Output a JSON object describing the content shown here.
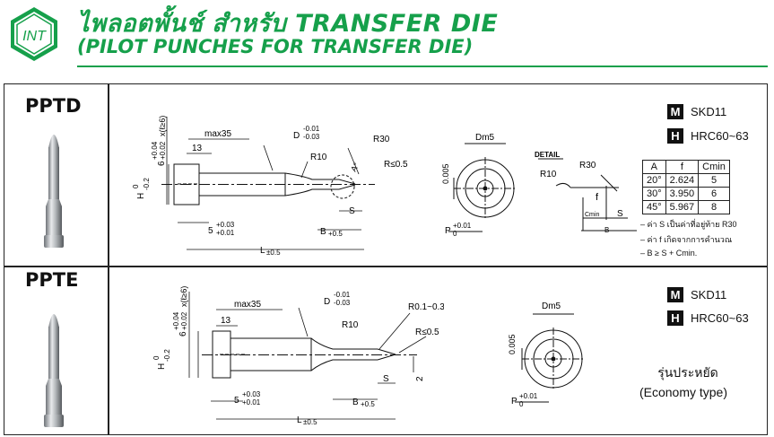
{
  "logo": {
    "text": "INT"
  },
  "header": {
    "title_th": "ไพลอตพั้นช์ สำหรับ TRANSFER DIE",
    "title_en": "(PILOT PUNCHES FOR TRANSFER DIE)"
  },
  "colors": {
    "brand_green": "#16a04b",
    "line": "#222222"
  },
  "products": [
    {
      "code": "PPTD",
      "material": {
        "badge": "M",
        "value": "SKD11"
      },
      "hardness": {
        "badge": "H",
        "value": "HRC60~63"
      },
      "dims": {
        "max35": "max35",
        "d13": "13",
        "D": "D",
        "D_tol_up": "-0.01",
        "D_tol_lo": "-0.03",
        "R30": "R30",
        "R10": "R10",
        "Rs": "R≤0.5",
        "A": "A°",
        "S": "S",
        "B": "B",
        "B_tol": "+0.5",
        "five": "5",
        "five_up": "+0.03",
        "five_lo": "+0.01",
        "L": "L",
        "L_tol": "±0.5",
        "H": "H",
        "H_up": "0",
        "H_lo": "-0.2",
        "six": "6",
        "six_up": "+0.04",
        "six_lo": "+0.02",
        "six_x": "x(ℓ≥6)",
        "Dm5": "Dm5",
        "c005": "0.005",
        "P": "P",
        "P_up": "+0.01",
        "P_lo": "0",
        "detail": "DETAIL",
        "dR10": "R10",
        "dR30": "R30",
        "f": "f",
        "cmin": "Cmin",
        "dS": "S",
        "dB": "B"
      },
      "table": {
        "headers": [
          "A",
          "f",
          "Cmin"
        ],
        "rows": [
          [
            "20°",
            "2.624",
            "5"
          ],
          [
            "30°",
            "3.950",
            "6"
          ],
          [
            "45°",
            "5.967",
            "8"
          ]
        ]
      },
      "notes": [
        "– ค่า S เป็นค่าที่อยู่ท้าย R30",
        "– ค่า f เกิดจากการคำนวณ",
        "– B ≥ S + Cmin."
      ]
    },
    {
      "code": "PPTE",
      "material": {
        "badge": "M",
        "value": "SKD11"
      },
      "hardness": {
        "badge": "H",
        "value": "HRC60~63"
      },
      "dims": {
        "max35": "max35",
        "d13": "13",
        "D": "D",
        "D_tol_up": "-0.01",
        "D_tol_lo": "-0.03",
        "R01": "R0.1~0.3",
        "R10": "R10",
        "Rs": "R≤0.5",
        "S": "S",
        "two": "2",
        "B": "B",
        "B_tol": "+0.5",
        "five": "5",
        "five_up": "+0.03",
        "five_lo": "+0.01",
        "L": "L",
        "L_tol": "±0.5",
        "H": "H",
        "H_up": "0",
        "H_lo": "-0.2",
        "six": "6",
        "six_up": "+0.04",
        "six_lo": "+0.02",
        "six_x": "x(ℓ≥6)",
        "Dm5": "Dm5",
        "c005": "0.005",
        "P": "P",
        "P_up": "+0.01",
        "P_lo": "0"
      },
      "economy_th": "รุ่นประหยัด",
      "economy_en": "(Economy type)"
    }
  ]
}
